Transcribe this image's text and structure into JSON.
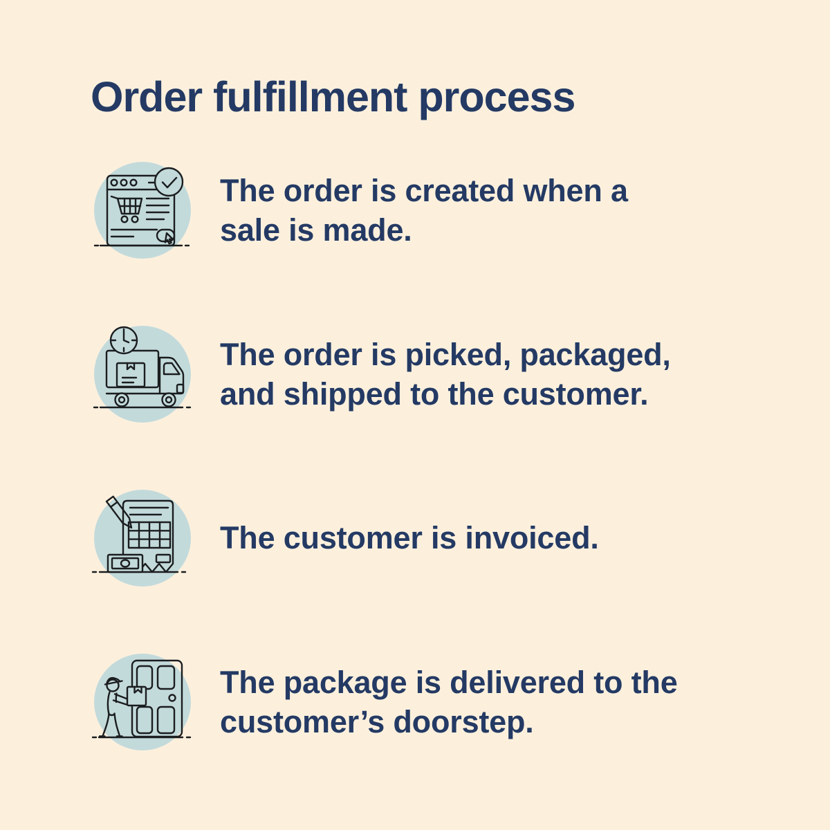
{
  "title": "Order fulfillment process",
  "steps": [
    {
      "icon": "browser-cart-check-icon",
      "text": "The order is created when a sale is made.",
      "lines": [
        "The order is created when a",
        "sale is made."
      ]
    },
    {
      "icon": "delivery-truck-clock-icon",
      "text": "The order is picked, packaged, and shipped to the customer.",
      "lines": [
        "The order is picked, packaged,",
        "and shipped to the customer."
      ]
    },
    {
      "icon": "invoice-pencil-icon",
      "text": "The customer is invoiced.",
      "lines": [
        "The customer is invoiced."
      ]
    },
    {
      "icon": "delivery-person-door-icon",
      "text": "The package is delivered to the customer’s doorstep.",
      "lines": [
        "The package is delivered to the",
        "customer’s doorstep."
      ]
    }
  ],
  "colors": {
    "background": "#FCF0DD",
    "icon_circle": "#C3DADB",
    "icon_stroke": "#1B1D1F",
    "text_navy": "#243A64"
  }
}
